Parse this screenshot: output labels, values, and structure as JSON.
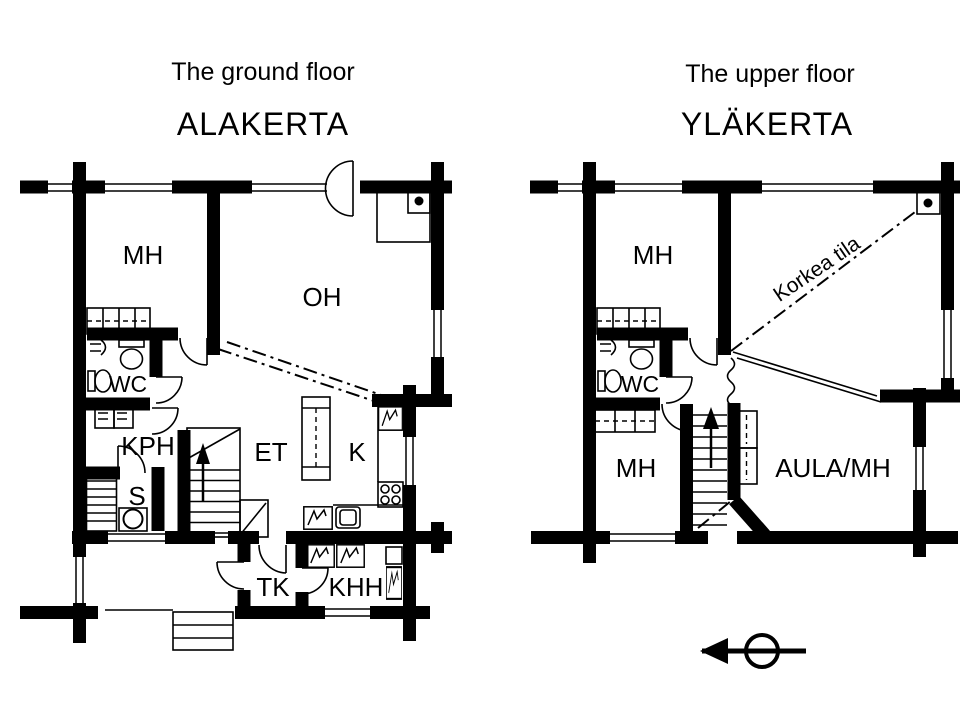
{
  "page": {
    "background": "#ffffff",
    "wall_color": "#000000"
  },
  "ground_floor": {
    "title_en": "The ground floor",
    "title_fi": "ALAKERTA",
    "rooms": {
      "mh": "MH",
      "oh": "OH",
      "wc": "WC",
      "kph": "KPH",
      "sauna": "S",
      "hall": "ET",
      "kitchen": "K",
      "tk": "TK",
      "khh": "KHH"
    }
  },
  "upper_floor": {
    "title_en": "The upper floor",
    "title_fi": "YLÄKERTA",
    "rooms": {
      "mh_top": "MH",
      "wc": "WC",
      "mh_lower": "MH",
      "aula": "AULA/MH"
    },
    "annotation_high_space": "Korkea tila"
  }
}
